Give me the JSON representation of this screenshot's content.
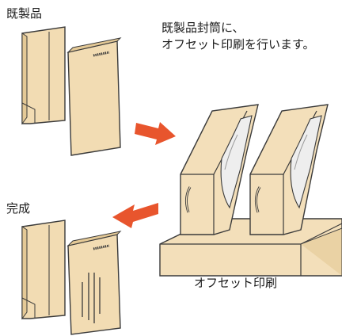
{
  "labels": {
    "ready_made": "既製品",
    "description_line1": "既製品封筒に、",
    "description_line2": "オフセット印刷を行います。",
    "completed": "完成",
    "press_caption": "オフセット印刷"
  },
  "colors": {
    "envelope_fill": "#f2dcb3",
    "outline": "#3a3a3a",
    "arrow": "#e8552d",
    "machine_fill": "#f3dfba",
    "roller_fill": "#eeeeee"
  }
}
